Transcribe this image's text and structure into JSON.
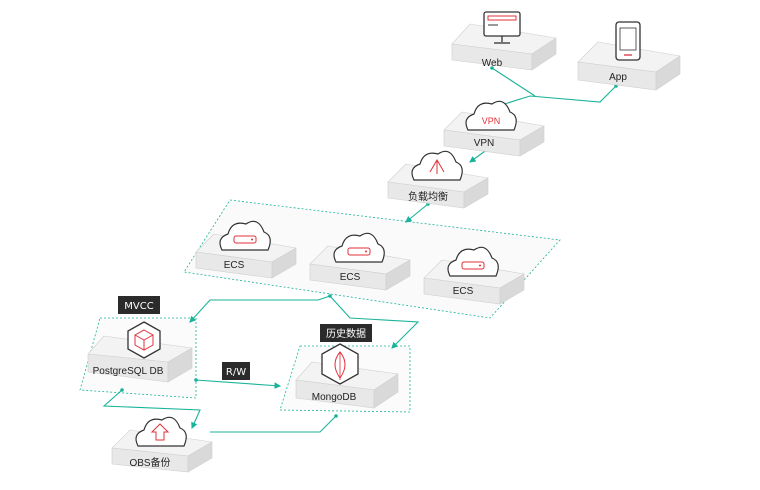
{
  "nodes": {
    "web": "Web",
    "app": "App",
    "vpn": "VPN",
    "vpn_icon_text": "VPN",
    "lb": "负载均衡",
    "ecs1": "ECS",
    "ecs2": "ECS",
    "ecs3": "ECS",
    "postgres": "PostgreSQL DB",
    "mongo": "MongoDB",
    "obs": "OBS备份"
  },
  "tags": {
    "mvcc": "MVCC",
    "history": "历史数据",
    "rw": "R/W"
  },
  "colors": {
    "connector": "#19b39a",
    "accent": "#e0303a",
    "tag_bg": "#2b2b2b",
    "box_top": "#f3f3f3",
    "box_side": "#d9d9d9",
    "box_front": "#e8e8e8"
  },
  "icons": {
    "web": "monitor-icon",
    "app": "tablet-icon",
    "vpn": "vpn-cloud-icon",
    "lb": "load-balancer-cloud-icon",
    "ecs": "server-cloud-icon",
    "postgres": "hexagon-db-icon",
    "mongo": "leaf-icon",
    "obs": "upload-cloud-icon"
  }
}
